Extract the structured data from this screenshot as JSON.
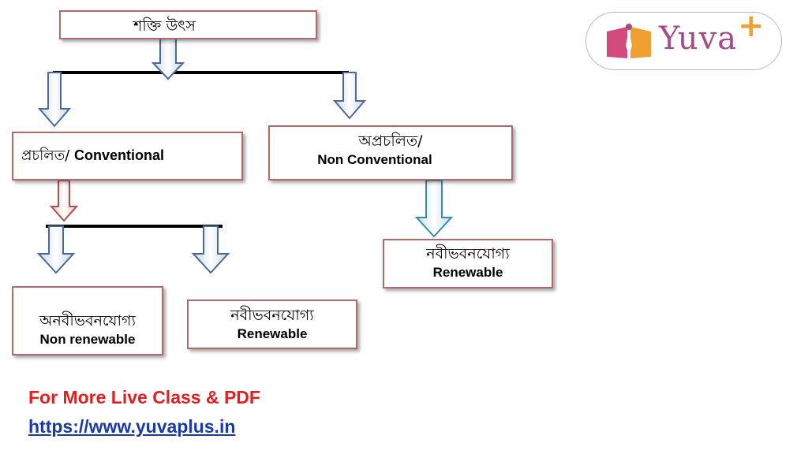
{
  "diagram": {
    "root": {
      "bn": "শক্তি উৎস"
    },
    "conventional": {
      "bn": "প্রচলিত/",
      "en": "Conventional"
    },
    "non_conventional": {
      "bn": "অপ্রচলিত/",
      "en": "Non Conventional"
    },
    "renewable_right": {
      "bn": "নবীভবনযোগ্য",
      "en": "Renewable"
    },
    "non_renewable": {
      "bn": "অনবীভবনযোগ্য",
      "en": "Non renewable"
    },
    "renewable_mid": {
      "bn": "নবীভবনযোগ্য",
      "en": "Renewable"
    }
  },
  "logo": {
    "text": "Yuva",
    "plus": "+"
  },
  "footer": {
    "promo": "For More Live Class & PDF",
    "link": "https://www.yuvaplus.in"
  },
  "colors": {
    "box_border": "#b06a6a",
    "arrow_blue": "#4a6a9a",
    "arrow_red": "#b05050",
    "arrow_teal": "#3a8aa8",
    "promo_red": "#e02020",
    "link_blue": "#1a3aa8",
    "logo_purple": "#a84a86",
    "logo_orange": "#f0a030"
  }
}
